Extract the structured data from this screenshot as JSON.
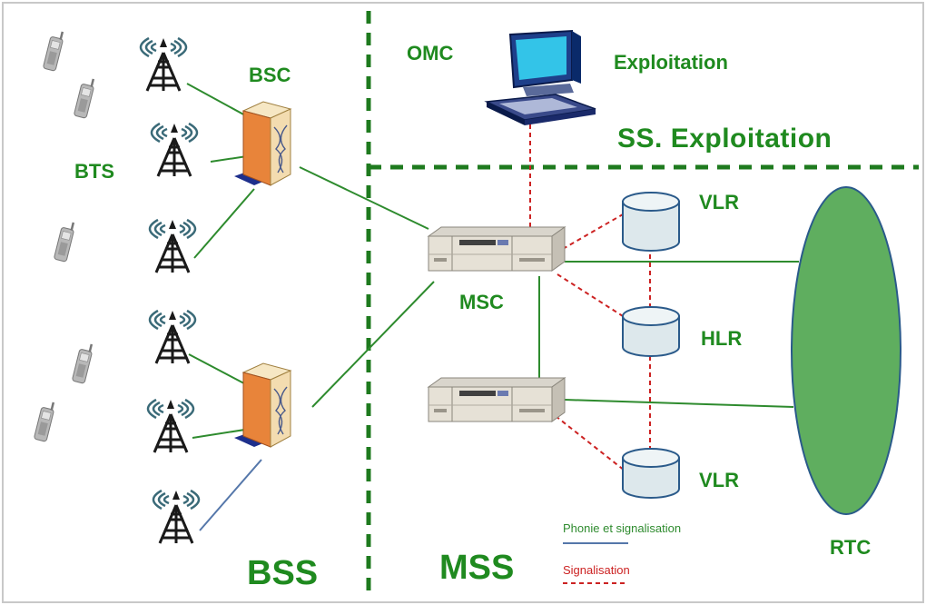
{
  "labels": {
    "omc": "OMC",
    "exploitation": "Exploitation",
    "ss_exploitation": "SS. Exploitation",
    "bsc": "BSC",
    "bts": "BTS",
    "vlr_top": "VLR",
    "hlr": "HLR",
    "vlr_bottom": "VLR",
    "msc": "MSC",
    "rtc": "RTC",
    "bss": "BSS",
    "mss": "MSS"
  },
  "legend": {
    "phonie": "Phonie et signalisation",
    "signalisation": "Signalisation"
  },
  "colors": {
    "label_green": "#1f8a1f",
    "dash_green": "#1e7a1e",
    "link_green": "#2e8b2e",
    "signal_red": "#cc2222",
    "legend_blue": "#5577aa",
    "rtc_fill": "#5fae5f",
    "rtc_stroke": "#2a5a8a",
    "db_fill": "#dde8ec",
    "db_stroke": "#2a5a8a",
    "bsc_orange": "#e8843a",
    "bsc_beige": "#f3dcb0"
  },
  "icons": [
    "mobile-phone-icon",
    "antenna-tower-icon",
    "bsc-cabinet-icon",
    "switch-rack-icon",
    "computer-terminal-icon",
    "database-cylinder-icon"
  ]
}
